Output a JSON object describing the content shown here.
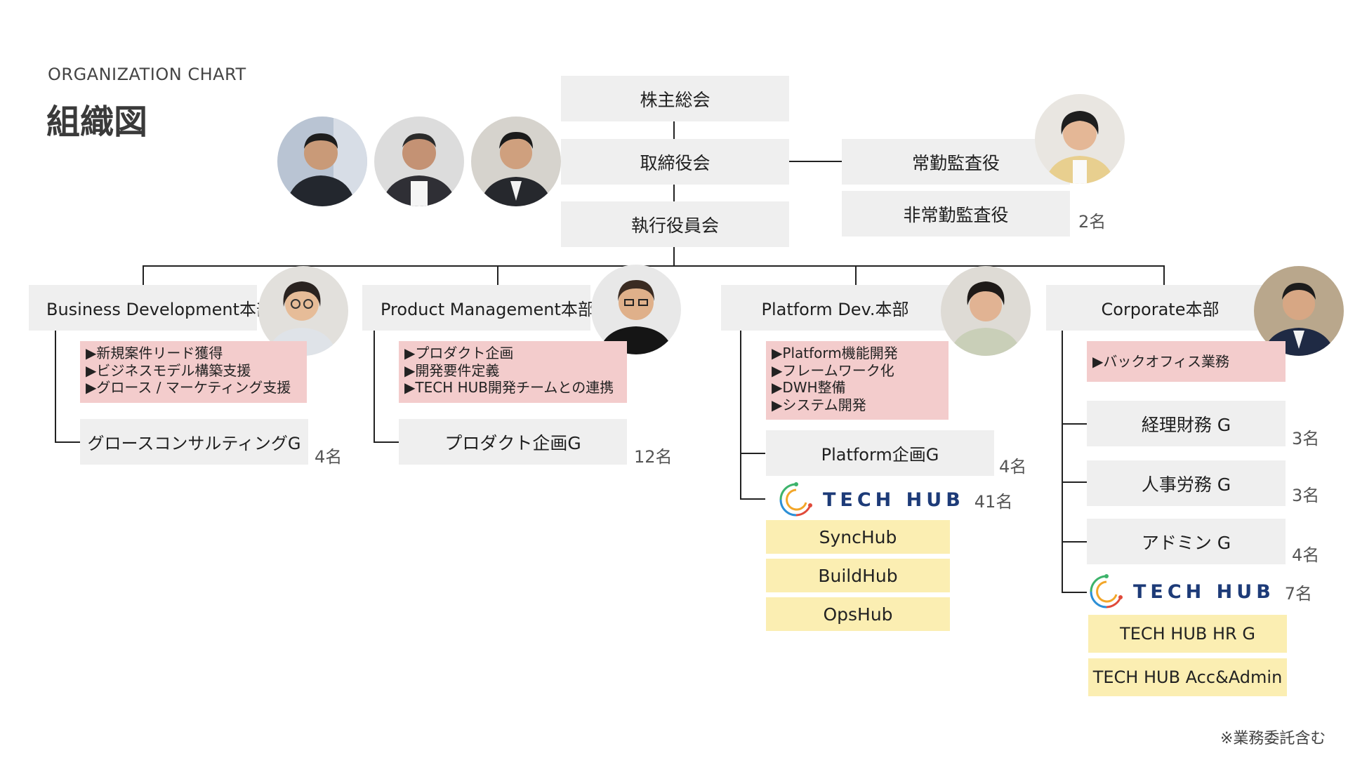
{
  "header": {
    "subtitle": "ORGANIZATION CHART",
    "title": "組織図"
  },
  "top": {
    "shareholders": "株主総会",
    "board": "取締役会",
    "executive": "執行役員会",
    "fulltime_auditor": "常勤監査役",
    "parttime_auditor": "非常勤監査役",
    "parttime_auditor_count": "2名"
  },
  "divisions": {
    "bizdev": {
      "name": "Business Development本部",
      "tasks": [
        "▶新規案件リード獲得",
        "▶ビジネスモデル構築支援",
        "▶グロース / マーケティング支援"
      ],
      "group": "グロースコンサルティングG",
      "group_count": "4名"
    },
    "product": {
      "name": "Product Management本部",
      "tasks": [
        "▶プロダクト企画",
        "▶開発要件定義",
        "▶TECH HUB開発チームとの連携"
      ],
      "group": "プロダクト企画G",
      "group_count": "12名"
    },
    "platform": {
      "name": "Platform Dev.本部",
      "tasks": [
        "▶Platform機能開発",
        "▶フレームワーク化",
        "▶DWH整備",
        "▶システム開発"
      ],
      "group": "Platform企画G",
      "group_count": "4名",
      "techhub_count": "41名",
      "hubs": [
        "SyncHub",
        "BuildHub",
        "OpsHub"
      ]
    },
    "corporate": {
      "name": "Corporate本部",
      "tasks": [
        "▶バックオフィス業務"
      ],
      "groups": [
        {
          "name": "経理財務 G",
          "count": "3名"
        },
        {
          "name": "人事労務 G",
          "count": "3名"
        },
        {
          "name": "アドミン G",
          "count": "4名"
        }
      ],
      "techhub_count": "7名",
      "hubs": [
        "TECH HUB HR G",
        "TECH HUB Acc&Admin"
      ]
    }
  },
  "logo": {
    "text": "TECH HUB"
  },
  "footnote": "※業務委託含む",
  "colors": {
    "box_gray": "#efefef",
    "task_pink": "#f3cccc",
    "hub_yellow": "#fbeeb2",
    "logo_navy": "#1d3b78"
  }
}
